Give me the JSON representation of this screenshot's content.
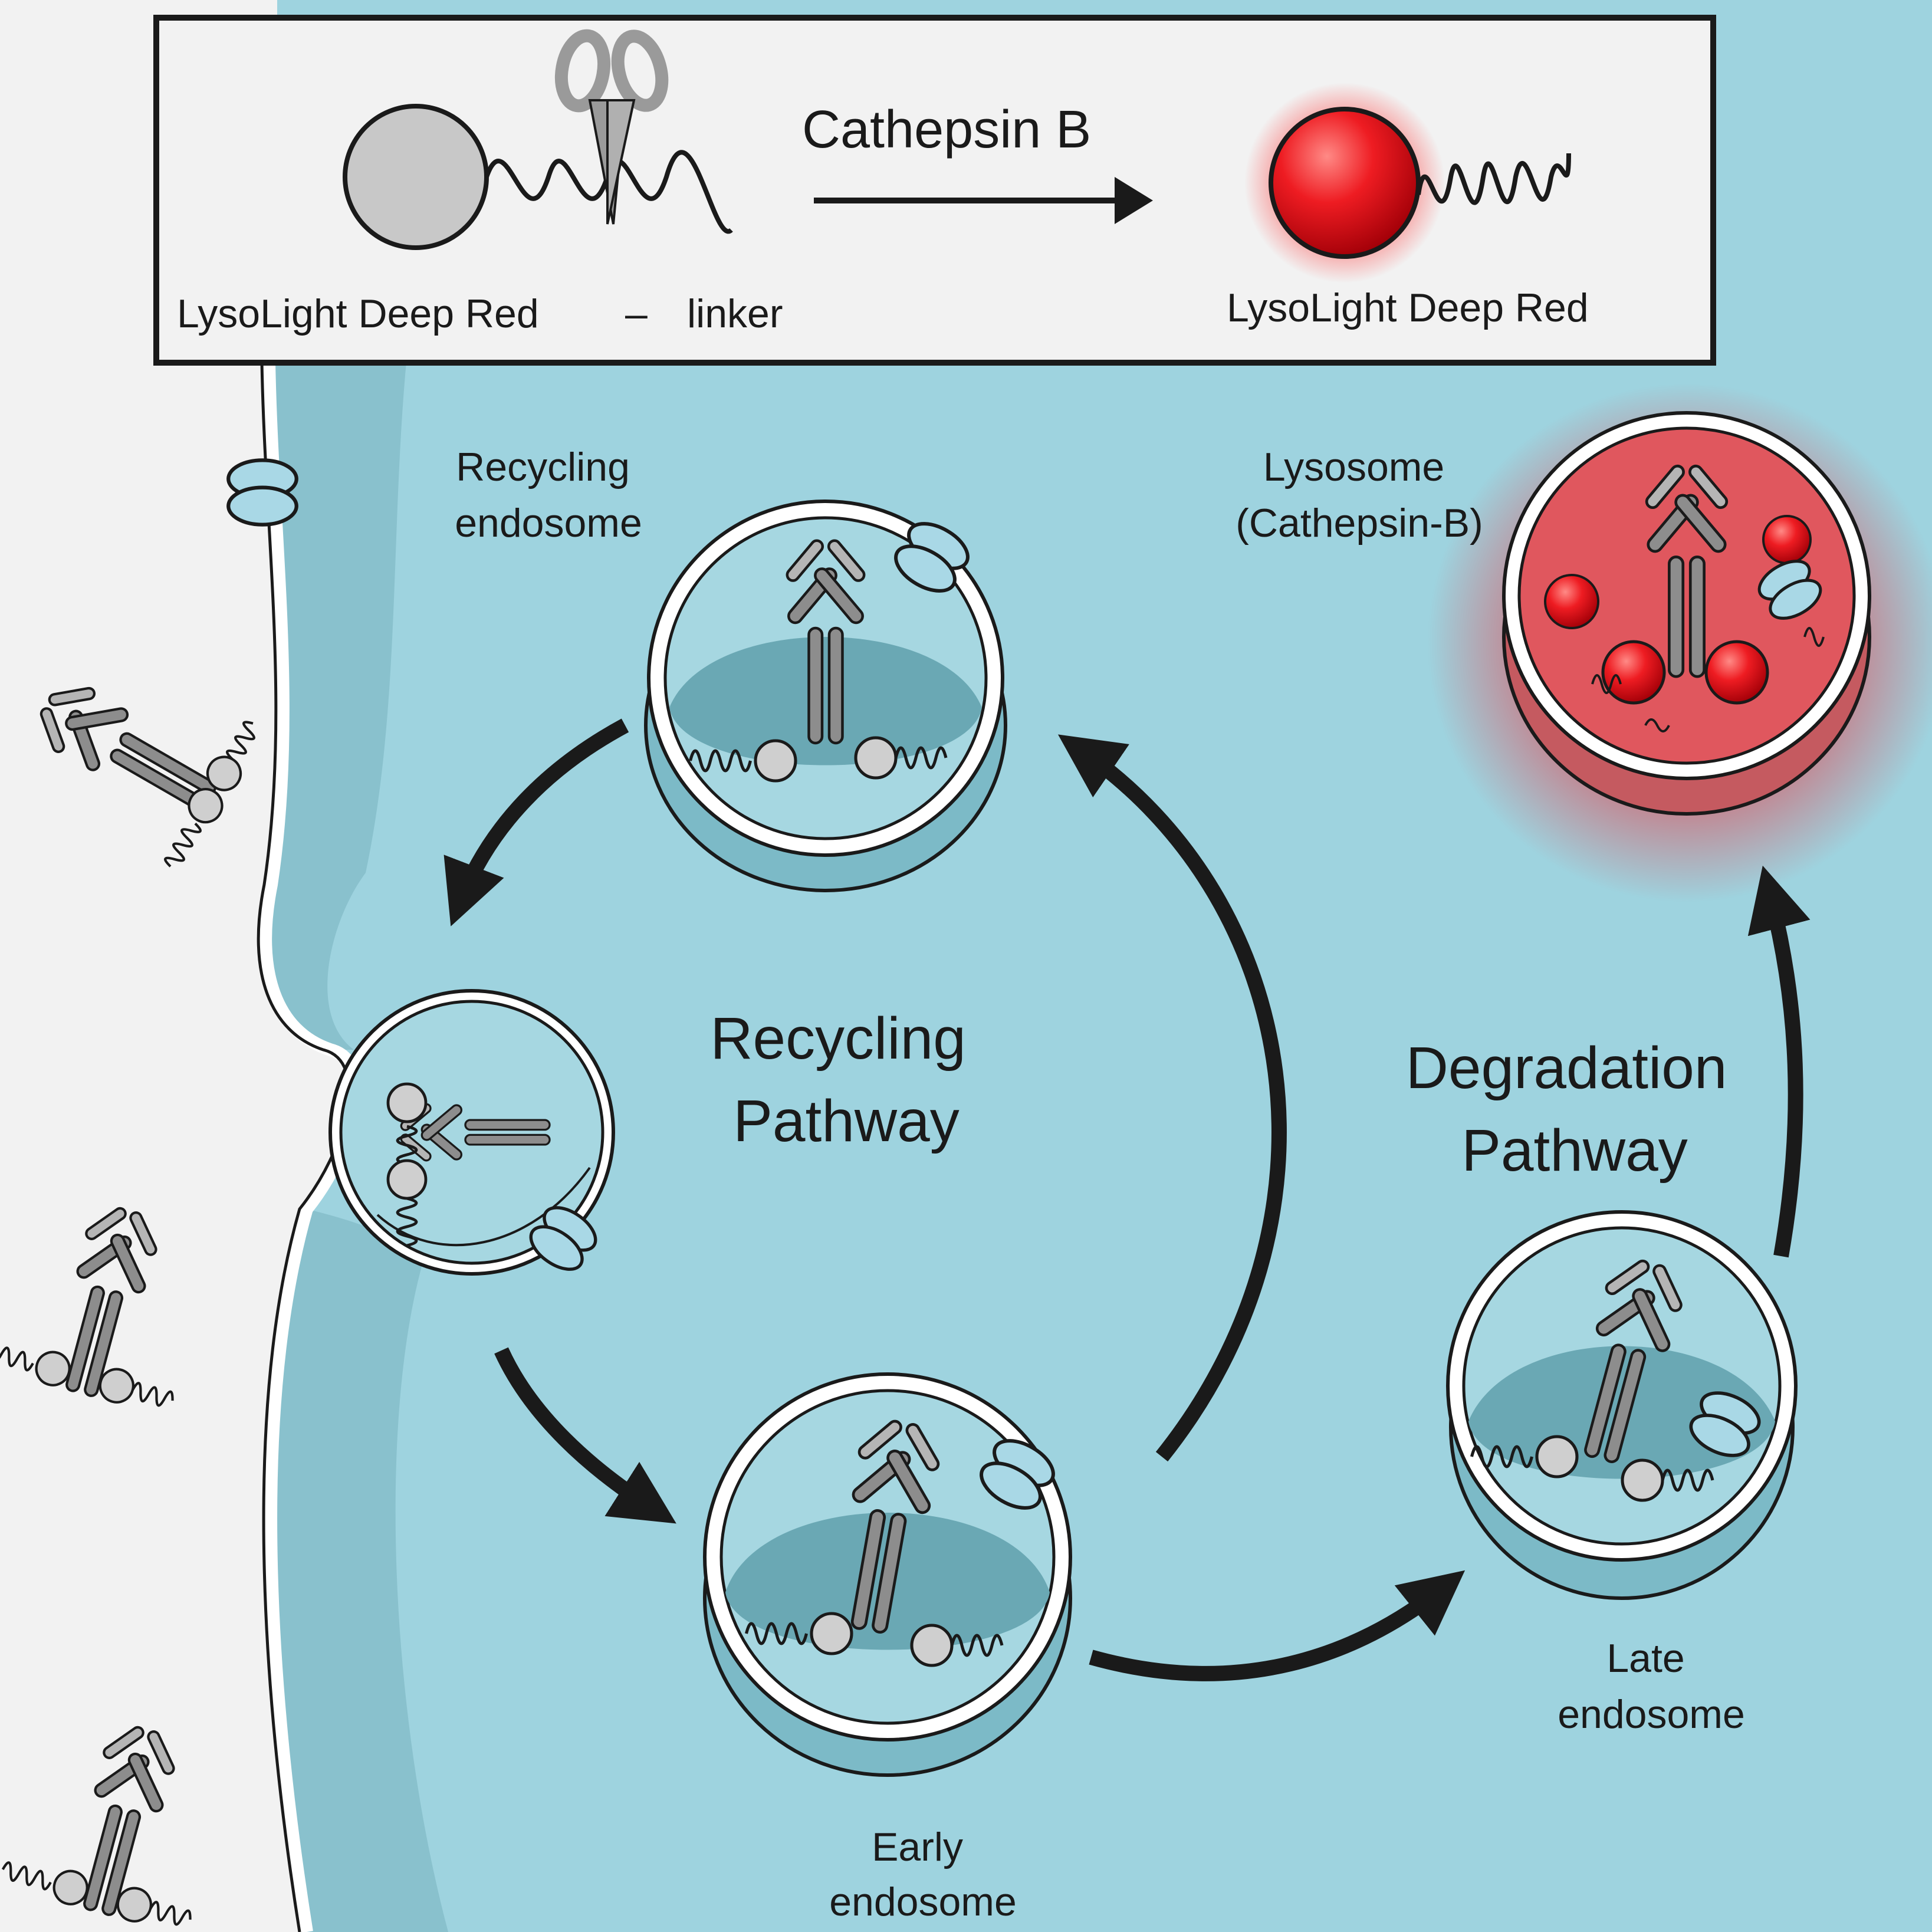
{
  "legend": {
    "intact_label": "LysoLight Deep Red",
    "dash": "–",
    "linker_label": "linker",
    "enzyme_label": "Cathepsin B",
    "cleaved_label": "LysoLight Deep Red"
  },
  "organelles": {
    "recycling_endosome": [
      "Recycling",
      "endosome"
    ],
    "lysosome": [
      "Lysosome",
      "(Cathepsin-B)"
    ],
    "early_endosome": [
      "Early",
      "endosome"
    ],
    "late_endosome": [
      "Late",
      "endosome"
    ]
  },
  "pathways": {
    "recycling": [
      "Recycling",
      "Pathway"
    ],
    "degradation": [
      "Degradation",
      "Pathway"
    ]
  },
  "colors": {
    "extracellular": "#f2f2f2",
    "cytoplasm": "#9ed3df",
    "membrane_band": "#6eabb9",
    "vesicle_fill": "#a6d7e1",
    "vesicle_lumen": "#6aa8b4",
    "antibody_gray": "#8d8d8d",
    "probe_gray": "#cfcfcf",
    "fluor_red": "#e8141c",
    "lysosome_pink": "#e0575e",
    "receptor_blue": "#a9d8e6",
    "ink": "#1a1a1a"
  }
}
